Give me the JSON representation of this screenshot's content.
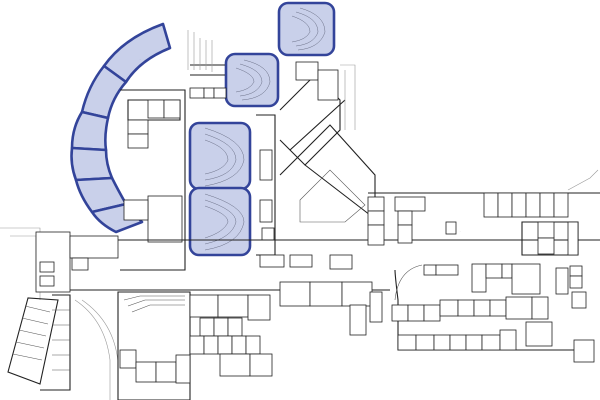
{
  "map": {
    "type": "building-floor-plan",
    "highlight_color": "#33449a",
    "highlight_fill": "#c9d0ea",
    "highlighted_areas": [
      {
        "id": "arc-1",
        "shape": "curved-segment"
      },
      {
        "id": "arc-2",
        "shape": "curved-segment"
      },
      {
        "id": "arc-3",
        "shape": "curved-segment"
      },
      {
        "id": "arc-4",
        "shape": "curved-segment"
      },
      {
        "id": "arc-5",
        "shape": "curved-segment"
      },
      {
        "id": "arc-6",
        "shape": "curved-segment"
      },
      {
        "id": "lecture-hall-top-right",
        "shape": "rounded-square"
      },
      {
        "id": "lecture-hall-top-mid",
        "shape": "rounded-square"
      },
      {
        "id": "lecture-hall-center-upper",
        "shape": "rounded-rect"
      },
      {
        "id": "lecture-hall-center-lower",
        "shape": "rounded-rect"
      }
    ]
  }
}
